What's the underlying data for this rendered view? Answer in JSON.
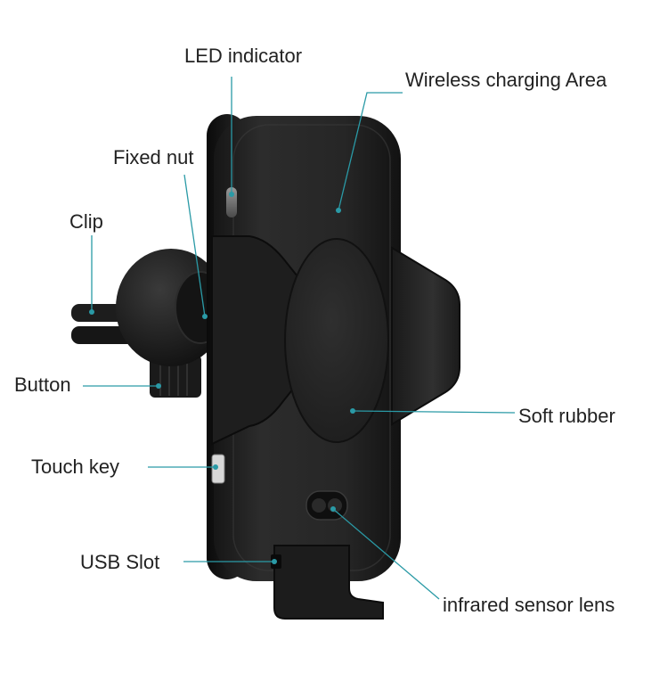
{
  "diagram": {
    "leader_color": "#2a9aa6",
    "callouts": {
      "led_indicator": "LED indicator",
      "wireless_charging_area": "Wireless charging Area",
      "fixed_nut": "Fixed nut",
      "clip": "Clip",
      "button": "Button",
      "soft_rubber": "Soft rubber",
      "touch_key": "Touch key",
      "usb_slot": "USB Slot",
      "infrared_sensor_lens": "infrared sensor lens"
    }
  }
}
